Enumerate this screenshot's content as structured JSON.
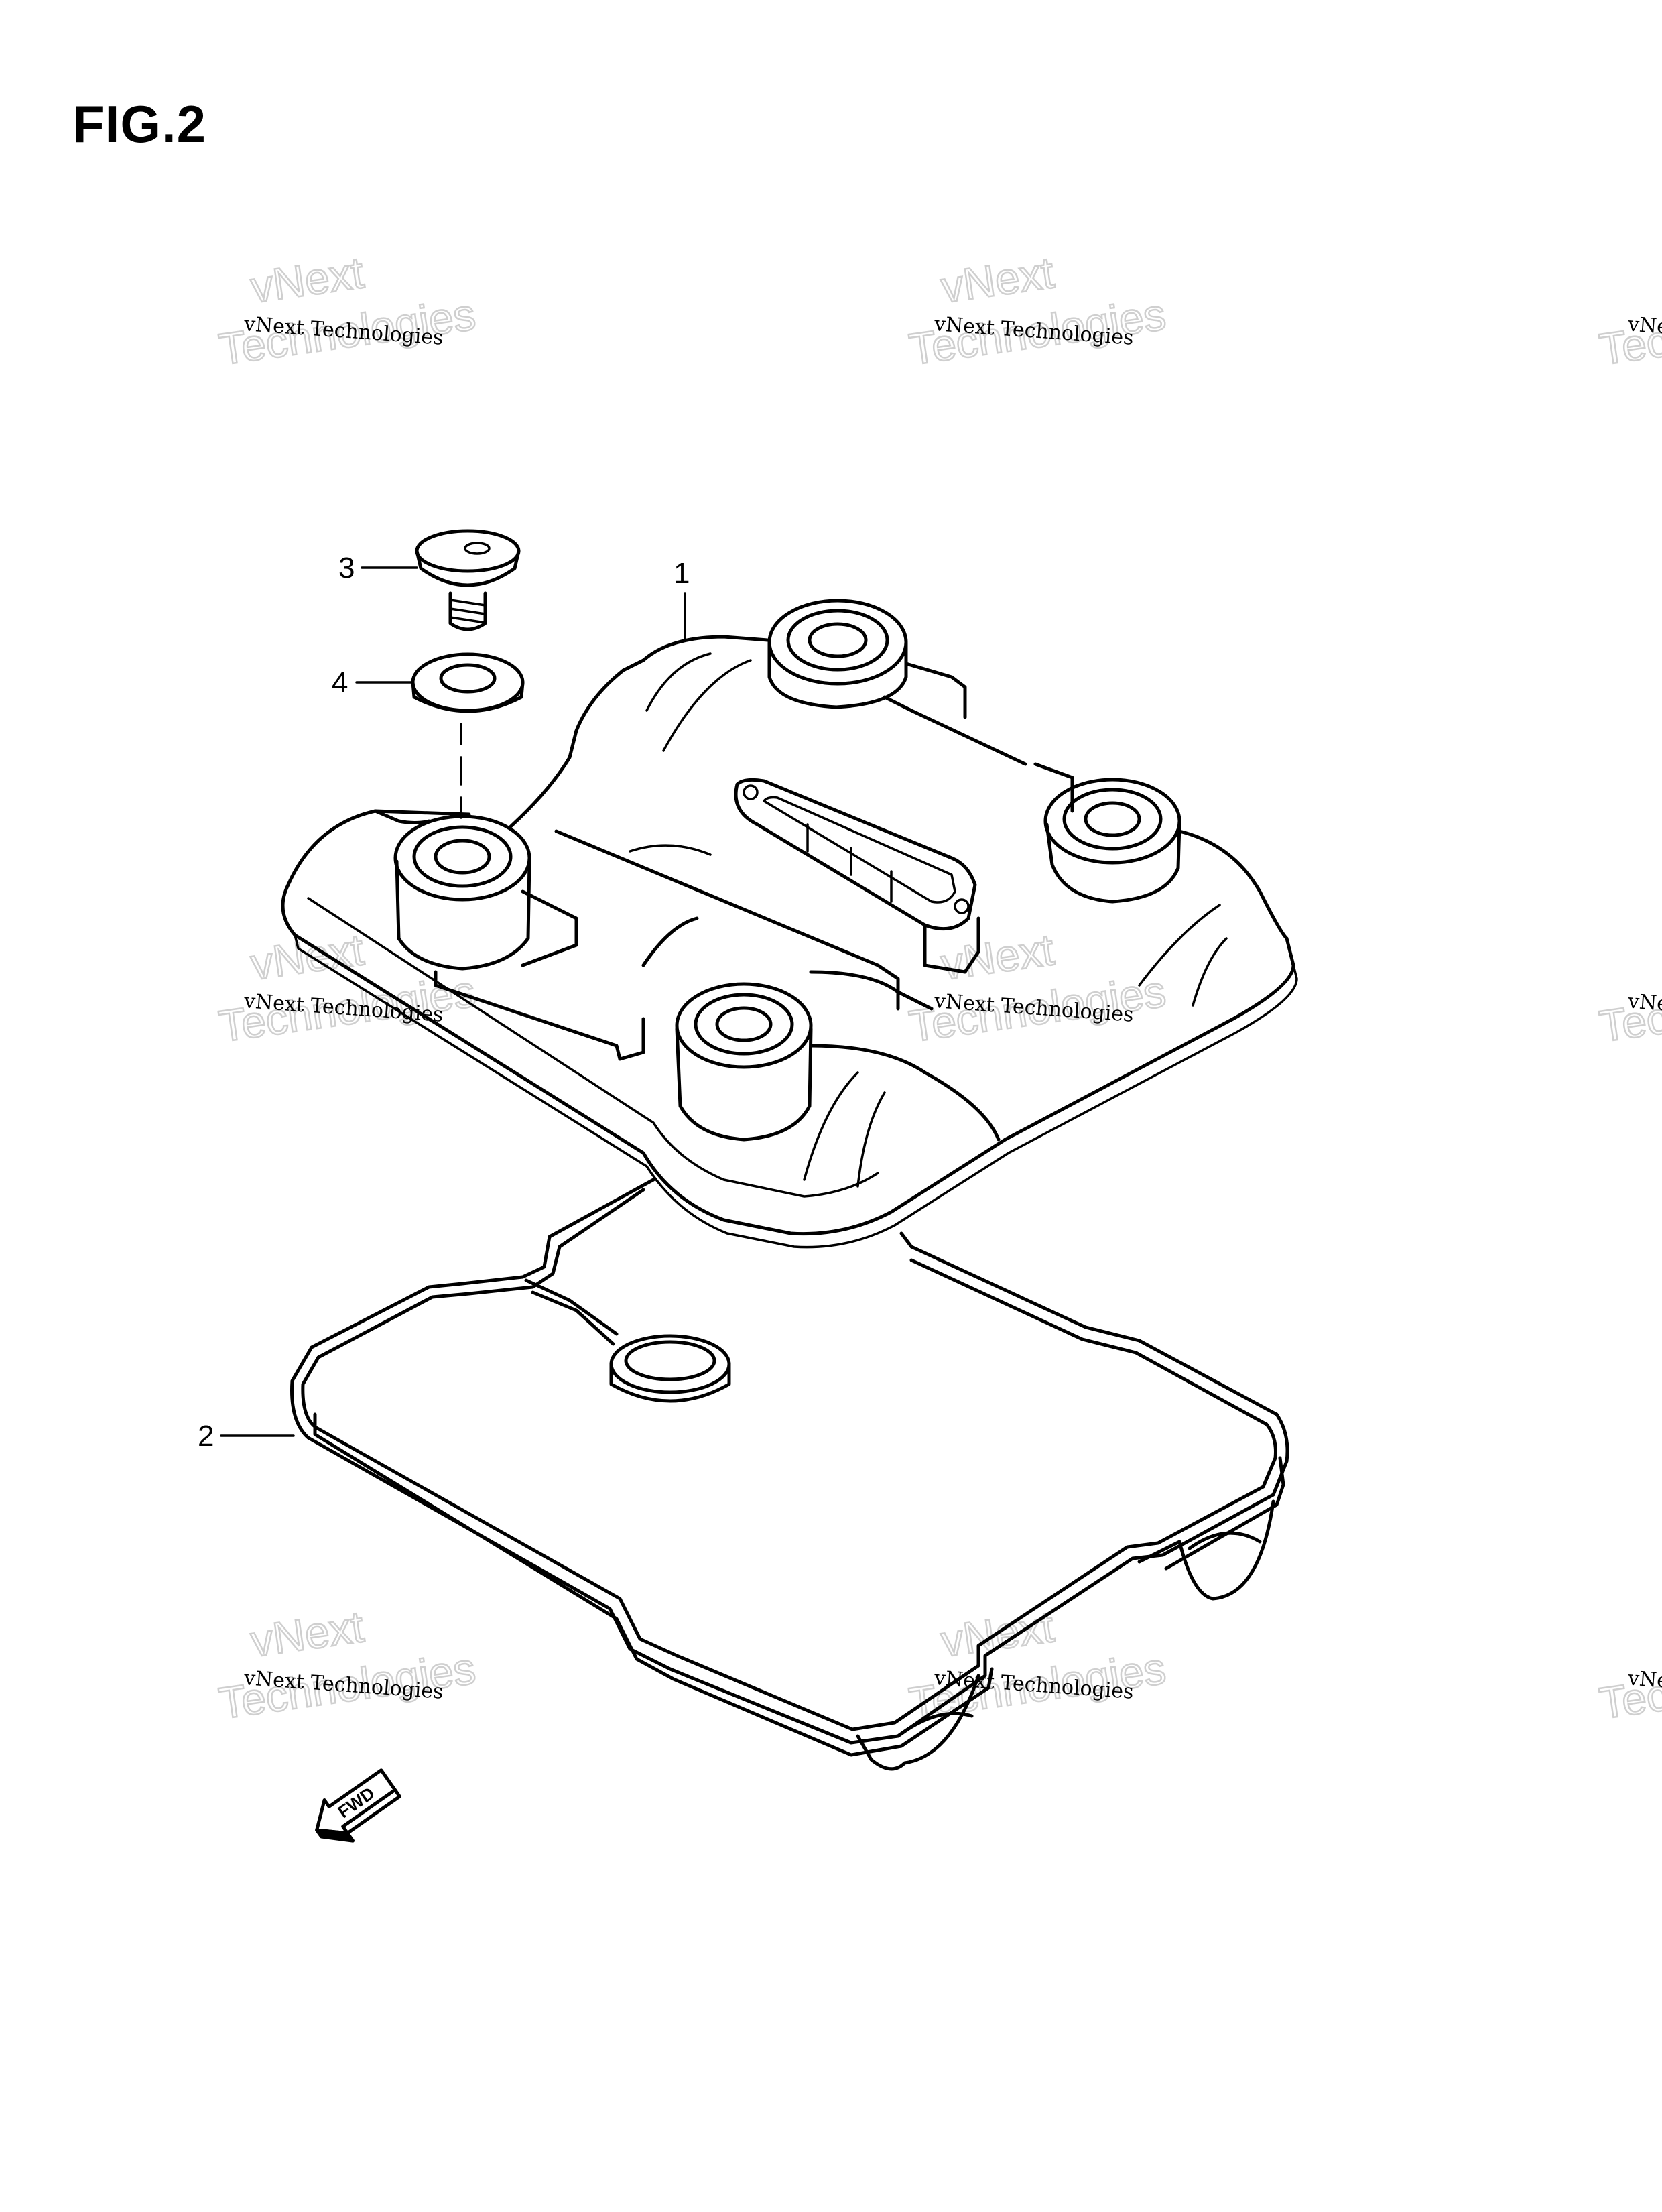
{
  "figure": {
    "title": "FIG.2"
  },
  "callouts": [
    {
      "number": "1",
      "part": "cylinder-head-cover"
    },
    {
      "number": "2",
      "part": "cover-gasket"
    },
    {
      "number": "3",
      "part": "cover-bolt"
    },
    {
      "number": "4",
      "part": "bolt-washer"
    }
  ],
  "watermark": {
    "line1": "vNext Technologies",
    "line2": "vNext",
    "line3": "Technologies"
  },
  "direction": {
    "label": "FWD"
  },
  "colors": {
    "ink": "#000000",
    "watermark_outline": "#cfcfcf",
    "background": "#ffffff"
  }
}
